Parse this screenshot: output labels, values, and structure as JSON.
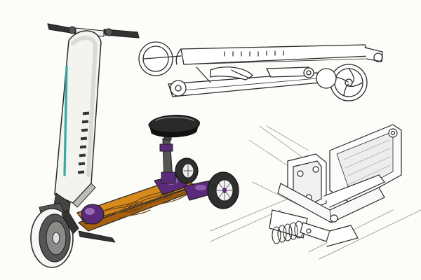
{
  "colors": {
    "paper": "#fcfcf9",
    "ink": "#2a2a2a",
    "deck_wood": "#d68a1c",
    "deck_grain": "#7a4a10",
    "accent_purple": "#5b2a7a",
    "accent_teal": "#3aa7a0",
    "tire": "#333333",
    "stem_white": "#f1f1ee"
  },
  "icons": {
    "main": "kick-scooter-with-seat-sketch",
    "folded": "folded-scooter-line-sketch",
    "detail": "suspension-hinge-detail-sketch"
  }
}
